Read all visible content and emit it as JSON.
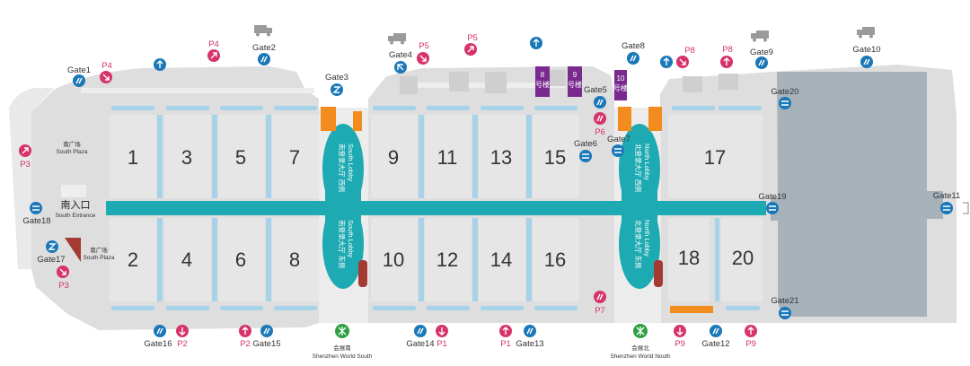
{
  "colors": {
    "hall": "#e6e6e6",
    "ground": "#dedede",
    "concourse": "#1eaab2",
    "roof": "#a6d3ea",
    "big_hall": "#a7b2ba",
    "gate_icon": "#1a78b8",
    "parking_icon": "#d6336c",
    "orange": "#f28c1e",
    "purple": "#7a2a8f",
    "red_brown": "#a43a32",
    "metro": "#2ea043"
  },
  "halls": [
    {
      "label": "1"
    },
    {
      "label": "3"
    },
    {
      "label": "5"
    },
    {
      "label": "7"
    },
    {
      "label": "2"
    },
    {
      "label": "4"
    },
    {
      "label": "6"
    },
    {
      "label": "8"
    },
    {
      "label": "9"
    },
    {
      "label": "11"
    },
    {
      "label": "13"
    },
    {
      "label": "15"
    },
    {
      "label": "10"
    },
    {
      "label": "12"
    },
    {
      "label": "14"
    },
    {
      "label": "16"
    },
    {
      "label": "17"
    },
    {
      "label": "18"
    },
    {
      "label": "20"
    }
  ],
  "gates": [
    {
      "label": "Gate1",
      "icon": "arrow-icon"
    },
    {
      "label": "Gate2",
      "icon": "arrow-icon"
    },
    {
      "label": "Gate3",
      "icon": "arrow-icon"
    },
    {
      "label": "Gate4",
      "icon": "arrow-icon"
    },
    {
      "label": "Gate5",
      "icon": "arrow-icon"
    },
    {
      "label": "Gate6",
      "icon": "arrow-icon"
    },
    {
      "label": "Gate7",
      "icon": "arrow-icon"
    },
    {
      "label": "Gate8",
      "icon": "arrow-icon"
    },
    {
      "label": "Gate9",
      "icon": "arrow-icon"
    },
    {
      "label": "Gate10",
      "icon": "arrow-icon"
    },
    {
      "label": "Gate11",
      "icon": "arrow-icon"
    },
    {
      "label": "Gate12",
      "icon": "arrow-icon"
    },
    {
      "label": "Gate13",
      "icon": "arrow-icon"
    },
    {
      "label": "Gate14",
      "icon": "arrow-icon"
    },
    {
      "label": "Gate15",
      "icon": "arrow-icon"
    },
    {
      "label": "Gate16",
      "icon": "arrow-icon"
    },
    {
      "label": "Gate17",
      "icon": "arrow-icon"
    },
    {
      "label": "Gate18",
      "icon": "arrow-icon"
    },
    {
      "label": "Gate19",
      "icon": "arrow-icon"
    },
    {
      "label": "Gate20",
      "icon": "arrow-icon"
    },
    {
      "label": "Gate21",
      "icon": "arrow-icon"
    }
  ],
  "parking": [
    {
      "label": "P4"
    },
    {
      "label": "P4"
    },
    {
      "label": "P5"
    },
    {
      "label": "P5"
    },
    {
      "label": "P8"
    },
    {
      "label": "P8"
    },
    {
      "label": "P6"
    },
    {
      "label": "P3"
    },
    {
      "label": "P3"
    },
    {
      "label": "P7"
    },
    {
      "label": "P2"
    },
    {
      "label": "P2"
    },
    {
      "label": "P1"
    },
    {
      "label": "P1"
    },
    {
      "label": "P9"
    },
    {
      "label": "P9"
    }
  ],
  "lobbies": {
    "south_west_cn": "南登录大厅 西侧",
    "south_west_en": "South Lobby",
    "south_east_cn": "南登录大厅 东侧",
    "south_east_en": "South Lobby",
    "north_west_cn": "北登录大厅 西侧",
    "north_west_en": "North Lobby",
    "north_east_cn": "北登录大厅 东侧",
    "north_east_en": "North Lobby"
  },
  "entrance": {
    "cn": "南入口",
    "en": "South Entrance"
  },
  "plazas": {
    "south_plaza_1_cn": "南广场",
    "south_plaza_1_en": "South Plaza",
    "south_plaza_2_cn": "南广场",
    "south_plaza_2_en": "South Plaza"
  },
  "buildings": {
    "b8_num": "8",
    "b8_text": "号楼",
    "b9_num": "9",
    "b9_text": "号楼",
    "b10_num": "10",
    "b10_text": "号楼"
  },
  "metro": {
    "south_cn": "会展南",
    "south_en": "Shenzhen World South",
    "north_cn": "会展北",
    "north_en": "Shenzhen World Nouth"
  }
}
